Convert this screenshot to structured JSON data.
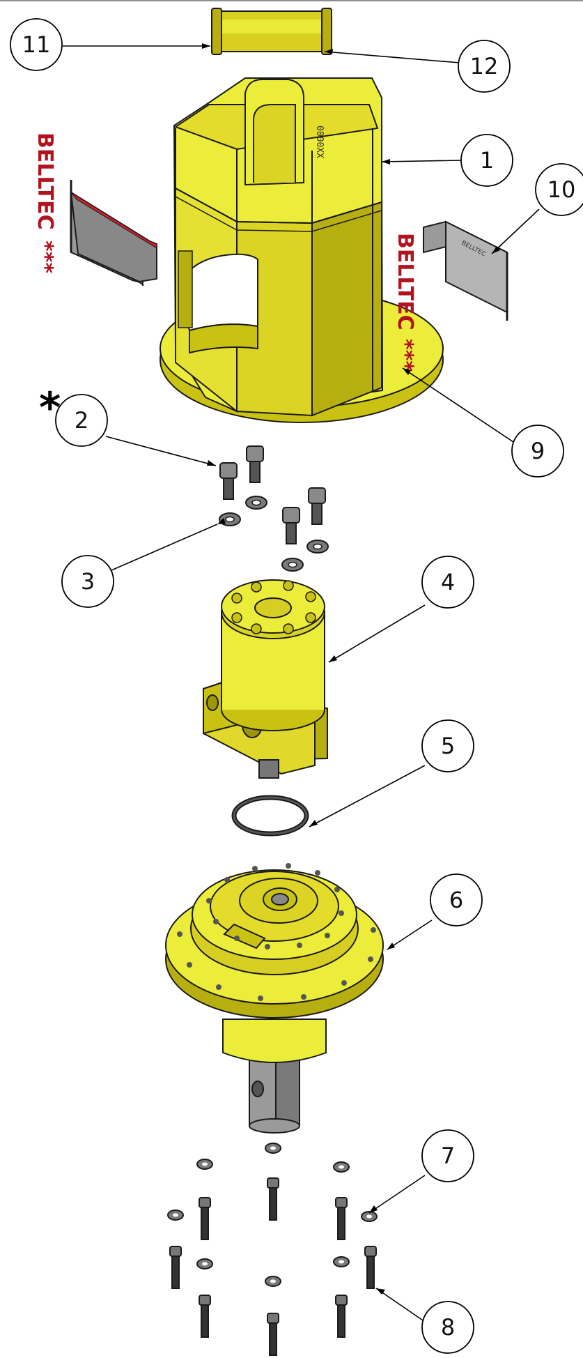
{
  "colors": {
    "part_fill": "#ecec3a",
    "part_shade": "#c9c212",
    "part_dark": "#9d950a",
    "outline": "#1a1a1a",
    "fastener": "#9a9a9a",
    "fastener_dark": "#3a3a3a",
    "brand_red": "#b3121f",
    "leader": "#000000"
  },
  "callouts": [
    {
      "id": "11",
      "label": "11"
    },
    {
      "id": "12",
      "label": "12"
    },
    {
      "id": "1",
      "label": "1"
    },
    {
      "id": "10",
      "label": "10"
    },
    {
      "id": "2",
      "label": "2"
    },
    {
      "id": "9",
      "label": "9"
    },
    {
      "id": "3",
      "label": "3"
    },
    {
      "id": "4",
      "label": "4"
    },
    {
      "id": "5",
      "label": "5"
    },
    {
      "id": "6",
      "label": "6"
    },
    {
      "id": "7",
      "label": "7"
    },
    {
      "id": "8",
      "label": "8"
    }
  ],
  "asterisk": "*",
  "housing_mark": "0000XX",
  "decals": {
    "brand": "BELLTEC",
    "emblem": "***",
    "plate_text": "BELLTEC"
  }
}
